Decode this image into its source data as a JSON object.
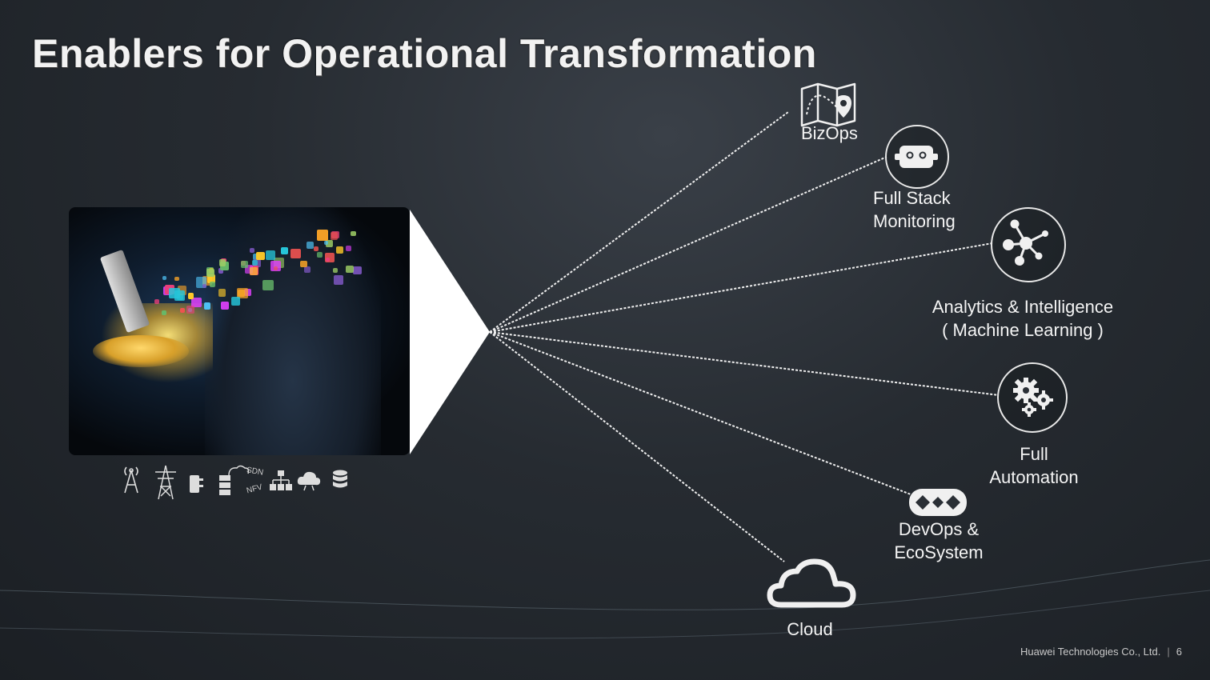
{
  "slide": {
    "title": "Enablers for Operational Transformation"
  },
  "hero_image": {
    "description_icon": "tablet-apps-photo"
  },
  "infrastructure_icons": [
    {
      "name": "antenna-tower-icon"
    },
    {
      "name": "power-tower-icon"
    },
    {
      "name": "device-icon"
    },
    {
      "name": "server-cloud-icon"
    },
    {
      "name": "network-switch-icon"
    },
    {
      "name": "cloud-icon"
    },
    {
      "name": "database-icon"
    }
  ],
  "infra_labels": {
    "sdn": "SDN",
    "nfv": "NFV"
  },
  "enablers": [
    {
      "id": "bizops",
      "label_lines": [
        "BizOps"
      ],
      "icon": "map-pin-icon"
    },
    {
      "id": "fullstack",
      "label_lines": [
        "Full Stack",
        "Monitoring"
      ],
      "icon": "monitor-robot-icon"
    },
    {
      "id": "analytics",
      "label_lines": [
        "Analytics & Intelligence",
        "( Machine Learning )"
      ],
      "icon": "network-nodes-icon"
    },
    {
      "id": "automation",
      "label_lines": [
        "Full",
        "Automation"
      ],
      "icon": "gears-icon"
    },
    {
      "id": "devops",
      "label_lines": [
        "DevOps &",
        "EcoSystem"
      ],
      "icon": "infinity-icon"
    },
    {
      "id": "cloud",
      "label_lines": [
        "Cloud"
      ],
      "icon": "cloud-icon"
    }
  ],
  "footer": {
    "company": "Huawei Technologies Co., Ltd.",
    "page_number": "6"
  },
  "colors": {
    "background": "#262b31",
    "line": "#f0f0f0",
    "text": "#f4f4f4"
  }
}
